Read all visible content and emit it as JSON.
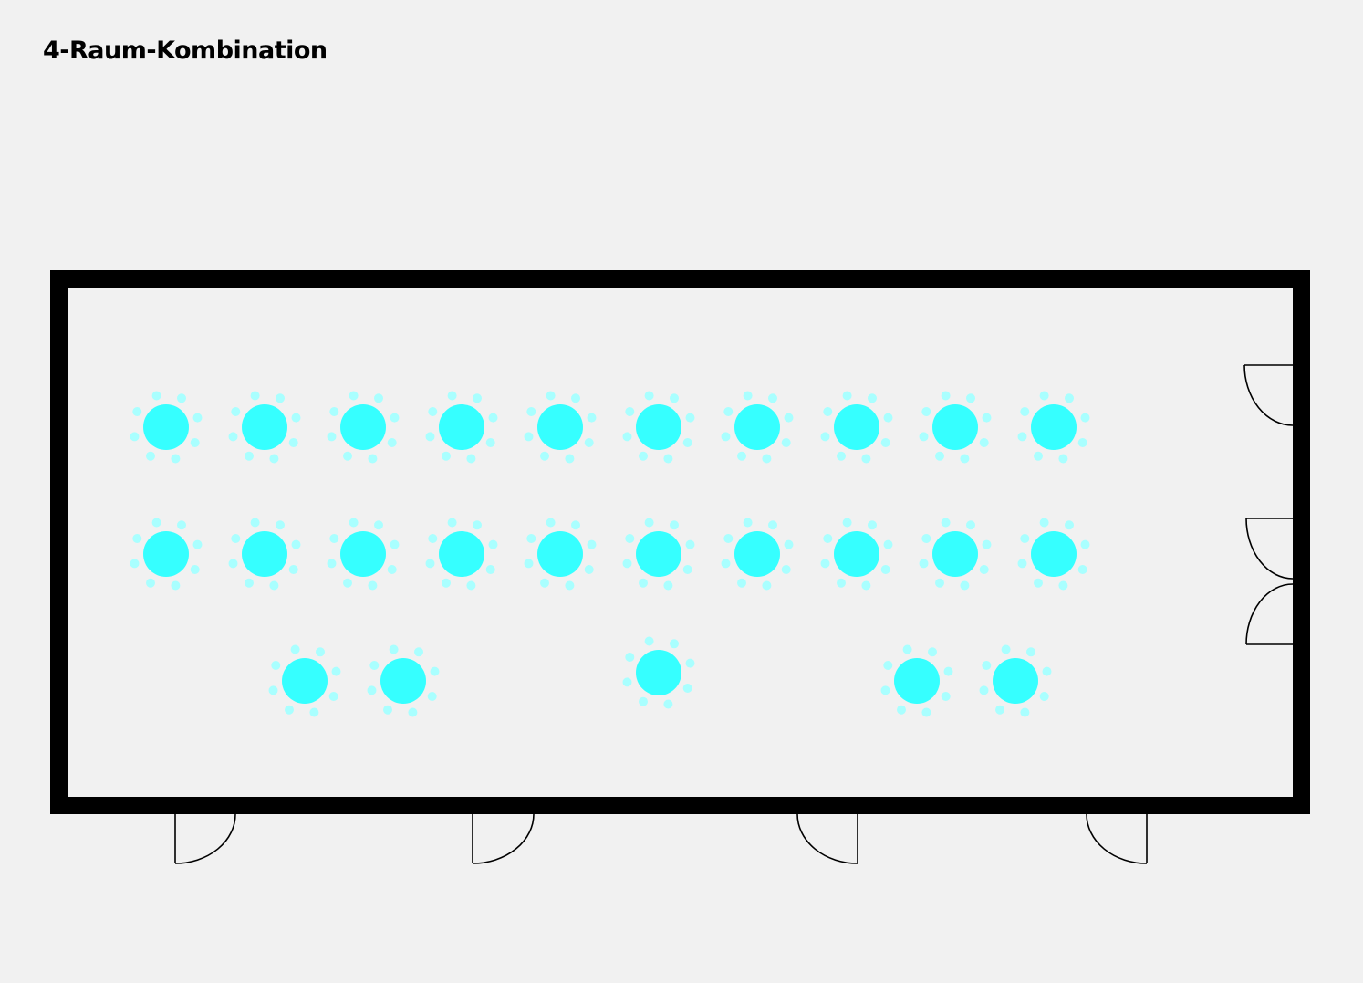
{
  "title": "4-Raum-Kombination",
  "colors": {
    "background": "#f1f1f1",
    "wall": "#000000",
    "table": "#36ffff",
    "chair": "#a9ffff"
  },
  "doors": {
    "right_wall": 3,
    "bottom_wall": 4
  },
  "seating": {
    "rows": [
      {
        "tables": 10
      },
      {
        "tables": 10
      },
      {
        "tables": 5
      }
    ],
    "chairs_per_table": 8
  }
}
